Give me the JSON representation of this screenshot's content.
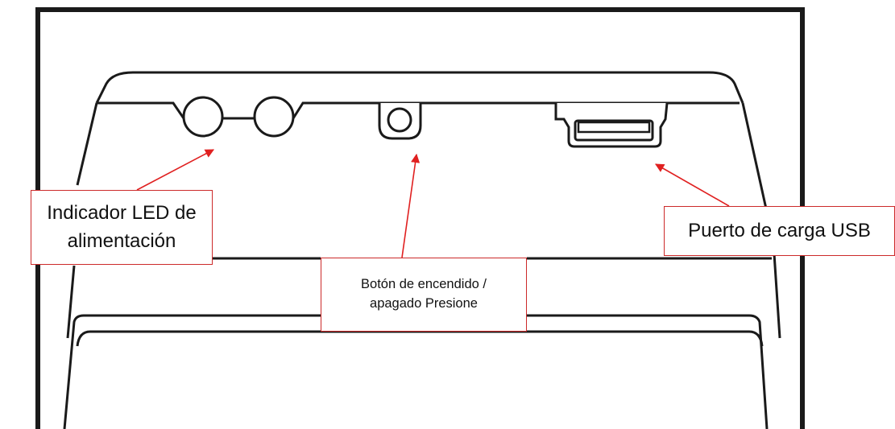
{
  "colors": {
    "outline": "#1a1a1a",
    "callout_border": "#cc2a2a",
    "arrow": "#e02020",
    "background": "#ffffff"
  },
  "callouts": {
    "led": {
      "line1": "Indicador LED de",
      "line2": "alimentación"
    },
    "power": {
      "line1": "Botón de encendido /",
      "line2": "apagado Presione"
    },
    "usb": {
      "line1": "Puerto de carga USB"
    }
  },
  "icons": {
    "led": "led-indicator-icon",
    "power": "power-button-icon",
    "usb": "usb-port-icon"
  }
}
